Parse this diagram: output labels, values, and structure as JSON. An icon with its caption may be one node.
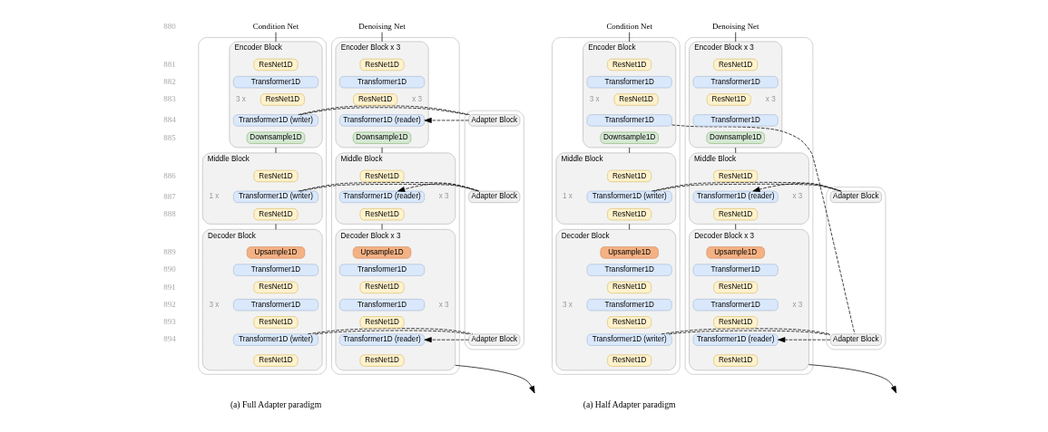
{
  "diagram": {
    "nodes": [
      {
        "text": [],
        "shape": "box"
      },
      {
        "text": [
          "Encoder Block"
        ],
        "in": 0,
        "beside": [
          "3 x"
        ]
      },
      {
        "text": [
          "ResNet1D"
        ],
        "in": 1
      },
      {
        "text": [
          "Transformer1D"
        ],
        "in": 1
      },
      {
        "text": [
          "ResNet1D"
        ],
        "in": 1
      },
      {
        "text": [
          "Transformer1D (writer)"
        ],
        "in": 1
      },
      {
        "text": [
          "Downsample1D"
        ],
        "in": 1
      },
      {
        "text": [
          "Middle Block"
        ],
        "in": 0,
        "beside": [
          "1 x"
        ]
      },
      {
        "text": [
          "ResNet1D"
        ],
        "in": 7
      },
      {
        "text": [
          "Transformer1D (writer)"
        ],
        "in": 7
      },
      {
        "text": [
          "ResNet1D"
        ],
        "in": 7
      },
      {
        "text": [
          "Decoder Block"
        ],
        "in": 0,
        "beside": [
          "3 x"
        ]
      },
      {
        "text": [
          "Upsample1D"
        ],
        "in": 11
      },
      {
        "text": [
          "Transformer1D"
        ],
        "in": 11
      },
      {
        "text": [
          "ResNet1D"
        ],
        "in": 11
      },
      {
        "text": [
          "Transformer1D"
        ],
        "in": 11
      },
      {
        "text": [
          "ResNet1D"
        ],
        "in": 11
      },
      {
        "text": [
          "Transformer1D (writer)"
        ],
        "in": 11
      },
      {
        "text": [
          "ResNet1D"
        ],
        "in": 11
      },
      {
        "text": [],
        "shape": "box"
      },
      {
        "text": [
          "Adapter Block"
        ],
        "in": 19
      },
      {
        "text": [
          "Adapter Block"
        ],
        "in": 19
      },
      {
        "text": [
          "Adapter Block"
        ],
        "in": 19
      },
      {
        "text": [],
        "shape": "box"
      },
      {
        "text": [
          "Encoder Block x 3"
        ],
        "in": 23,
        "beside": [
          "x 3"
        ]
      },
      {
        "text": [
          "ResNet1D"
        ],
        "in": 24
      },
      {
        "text": [
          "Transformer1D"
        ],
        "in": 24
      },
      {
        "text": [
          "ResNet1D"
        ],
        "in": 24
      },
      {
        "text": [
          "Transformer1D (reader)"
        ],
        "in": 24
      },
      {
        "text": [
          "Downsample1D"
        ],
        "in": 24
      },
      {
        "text": [
          "Middle Block"
        ],
        "in": 23,
        "beside": [
          "x 3"
        ]
      },
      {
        "text": [
          "ResNet1D"
        ],
        "in": 30
      },
      {
        "text": [
          "Transformer1D (reader)"
        ],
        "in": 30
      },
      {
        "text": [
          "ResNet1D"
        ],
        "in": 30
      },
      {
        "text": [
          "Decoder Block x 3"
        ],
        "in": 23,
        "beside": [
          "x 3"
        ]
      },
      {
        "text": [
          "Upsample1D"
        ],
        "in": 34
      },
      {
        "text": [
          "Transformer1D"
        ],
        "in": 34
      },
      {
        "text": [
          "ResNet1D"
        ],
        "in": 34
      },
      {
        "text": [
          "Transformer1D"
        ],
        "in": 34
      },
      {
        "text": [
          "ResNet1D"
        ],
        "in": 34
      },
      {
        "text": [
          "Transformer1D (reader)"
        ],
        "in": 34
      },
      {
        "text": [
          "ResNet1D"
        ],
        "in": 34
      },
      {
        "text": [
          "Condition Net"
        ]
      },
      {
        "text": [
          "Denoising Net"
        ]
      },
      {
        "text": [],
        "shape": "box"
      },
      {
        "text": [
          "Encoder Block"
        ],
        "in": 44,
        "beside": [
          "3 x"
        ]
      },
      {
        "text": [
          "ResNet1D"
        ],
        "in": 45
      },
      {
        "text": [
          "Transformer1D"
        ],
        "in": 45
      },
      {
        "text": [
          "ResNet1D"
        ],
        "in": 45
      },
      {
        "text": [
          "Transformer1D"
        ],
        "in": 45
      },
      {
        "text": [
          "Downsample1D"
        ],
        "in": 45
      },
      {
        "text": [
          "Middle Block"
        ],
        "in": 44,
        "beside": [
          "1 x"
        ]
      },
      {
        "text": [
          "ResNet1D"
        ],
        "in": 51
      },
      {
        "text": [
          "Transformer1D (writer)"
        ],
        "in": 51
      },
      {
        "text": [
          "ResNet1D"
        ],
        "in": 51
      },
      {
        "text": [
          "Decoder Block"
        ],
        "in": 44,
        "beside": [
          "3 x"
        ]
      },
      {
        "text": [
          "Upsample1D"
        ],
        "in": 55
      },
      {
        "text": [
          "Transformer1D"
        ],
        "in": 55
      },
      {
        "text": [
          "ResNet1D"
        ],
        "in": 55
      },
      {
        "text": [
          "Transformer1D"
        ],
        "in": 55
      },
      {
        "text": [
          "ResNet1D"
        ],
        "in": 55
      },
      {
        "text": [
          "Transformer1D (writer)"
        ],
        "in": 55
      },
      {
        "text": [
          "ResNet1D"
        ],
        "in": 55
      },
      {
        "text": [],
        "shape": "box"
      },
      {
        "text": [
          "Adapter Block"
        ],
        "in": 63
      },
      {
        "text": [
          "Adapter Block"
        ],
        "in": 63
      },
      {
        "text": [],
        "shape": "box"
      },
      {
        "text": [
          "Encoder Block x 3"
        ],
        "in": 66,
        "beside": [
          "x 3"
        ]
      },
      {
        "text": [
          "ResNet1D"
        ],
        "in": 67
      },
      {
        "text": [
          "Transformer1D"
        ],
        "in": 67
      },
      {
        "text": [
          "ResNet1D"
        ],
        "in": 67
      },
      {
        "text": [
          "Transformer1D"
        ],
        "in": 67
      },
      {
        "text": [
          "Downsample1D"
        ],
        "in": 67
      },
      {
        "text": [
          "Middle Block"
        ],
        "in": 66,
        "beside": [
          "x 3"
        ]
      },
      {
        "text": [
          "ResNet1D"
        ],
        "in": 73
      },
      {
        "text": [
          "Transformer1D (reader)"
        ],
        "in": 73
      },
      {
        "text": [
          "ResNet1D"
        ],
        "in": 73
      },
      {
        "text": [
          "Decoder Block x 3"
        ],
        "in": 66,
        "beside": [
          "x 3"
        ]
      },
      {
        "text": [
          "Upsample1D"
        ],
        "in": 77
      },
      {
        "text": [
          "Transformer1D"
        ],
        "in": 77
      },
      {
        "text": [
          "ResNet1D"
        ],
        "in": 77
      },
      {
        "text": [
          "Transformer1D"
        ],
        "in": 77
      },
      {
        "text": [
          "ResNet1D"
        ],
        "in": 77
      },
      {
        "text": [
          "Transformer1D (reader)"
        ],
        "in": 77
      },
      {
        "text": [
          "ResNet1D"
        ],
        "in": 77
      },
      {
        "text": [
          "Condition Net"
        ]
      },
      {
        "text": [
          "Denoising Net"
        ]
      }
    ],
    "edges": [
      {
        "from": 42,
        "to": 1,
        "arrow": "none"
      },
      {
        "from": 1,
        "to": 7,
        "arrow": "none"
      },
      {
        "from": 7,
        "to": 11,
        "arrow": "none"
      },
      {
        "from": 5,
        "to": 20,
        "arrow": "none",
        "style": "dashed"
      },
      {
        "from": 20,
        "to": 28,
        "arrow": "to",
        "style": "dashed"
      },
      {
        "from": 9,
        "to": 21,
        "arrow": "none",
        "style": "dashed"
      },
      {
        "from": 21,
        "to": 32,
        "arrow": "to",
        "style": "dashed"
      },
      {
        "from": 17,
        "to": 22,
        "arrow": "none",
        "style": "dashed"
      },
      {
        "from": 22,
        "to": 40,
        "arrow": "to",
        "style": "dashed"
      },
      {
        "from": 43,
        "to": 24,
        "arrow": "none"
      },
      {
        "from": 24,
        "to": 30,
        "arrow": "none"
      },
      {
        "from": 30,
        "to": 34,
        "arrow": "none"
      },
      {
        "from": 34,
        "to": null,
        "arrow": "to"
      },
      {
        "from": 85,
        "to": 45,
        "arrow": "none"
      },
      {
        "from": 45,
        "to": 51,
        "arrow": "none"
      },
      {
        "from": 51,
        "to": 55,
        "arrow": "none"
      },
      {
        "from": 49,
        "to": 65,
        "arrow": "none",
        "style": "dashed"
      },
      {
        "from": 53,
        "to": 64,
        "arrow": "none",
        "style": "dashed"
      },
      {
        "from": 61,
        "to": 65,
        "arrow": "none",
        "style": "dashed"
      },
      {
        "from": 64,
        "to": 75,
        "arrow": "to",
        "style": "dashed"
      },
      {
        "from": 65,
        "to": 83,
        "arrow": "to",
        "style": "dashed"
      },
      {
        "from": 86,
        "to": 67,
        "arrow": "none"
      },
      {
        "from": 67,
        "to": 73,
        "arrow": "none"
      },
      {
        "from": 73,
        "to": 77,
        "arrow": "none"
      },
      {
        "from": 77,
        "to": null,
        "arrow": "to"
      }
    ],
    "labels": [
      "880",
      "881",
      "882",
      "883",
      "884",
      "885",
      "886",
      "887",
      "888",
      "889",
      "890",
      "891",
      "892",
      "893",
      "894",
      "(a) Full Adapter paradigm",
      "(a) Half Adapter paradigm"
    ]
  }
}
